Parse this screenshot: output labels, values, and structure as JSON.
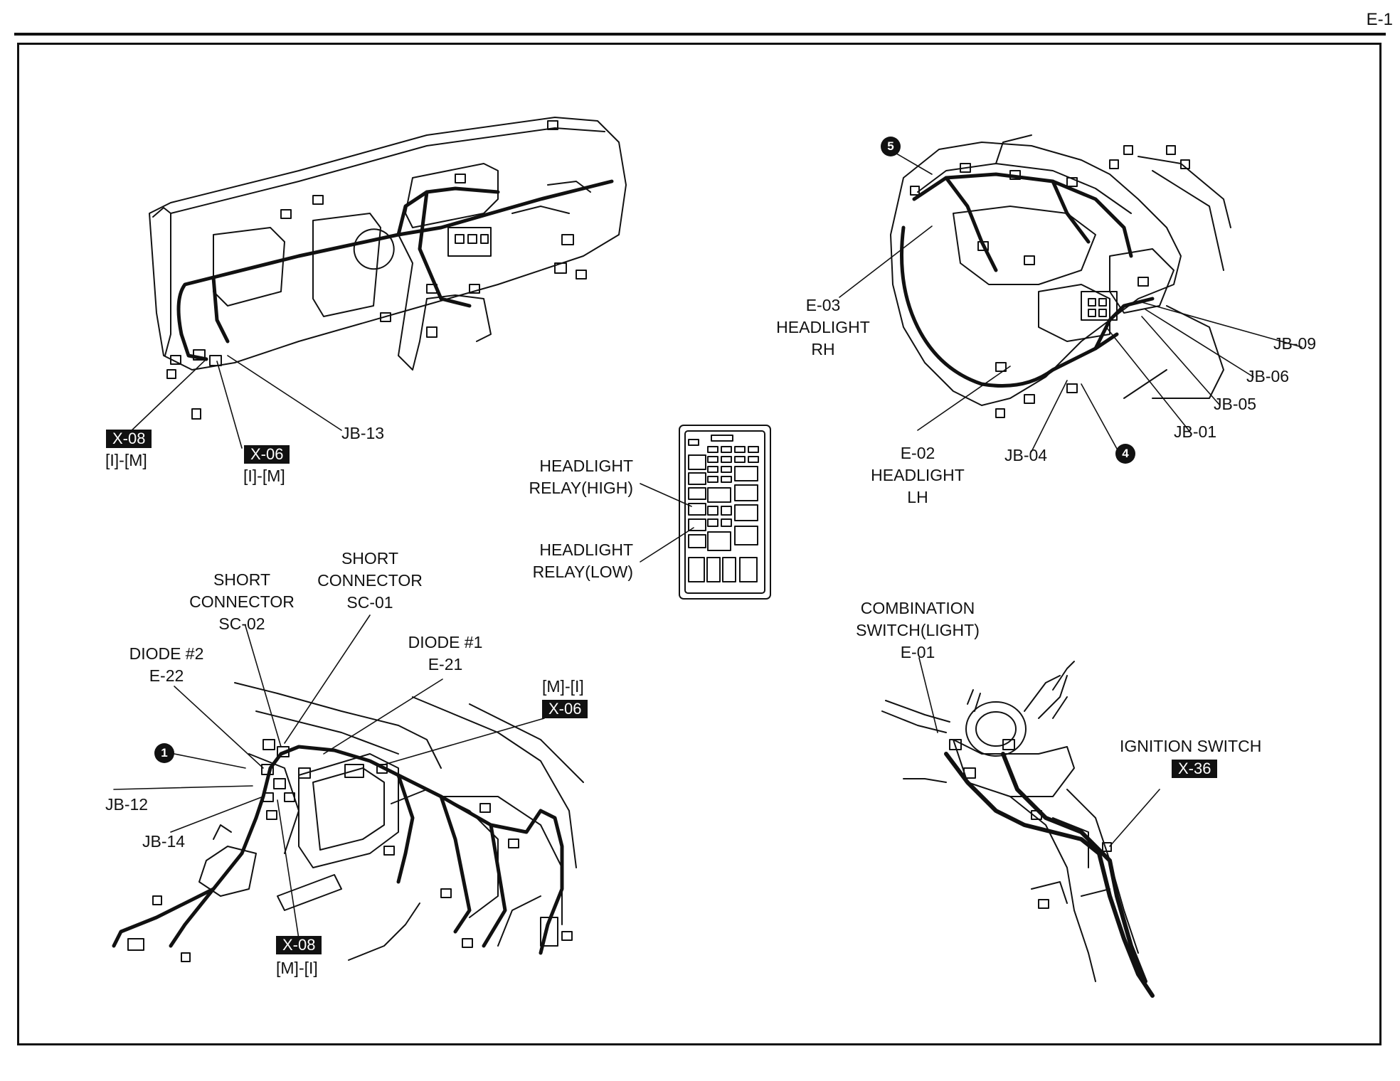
{
  "page_id": "E-1",
  "figures": {
    "dashboard_left": {
      "labels": {
        "jb13": "JB-13"
      },
      "connectors": [
        {
          "tag": "X-08",
          "pins": "[I]-[M]"
        },
        {
          "tag": "X-06",
          "pins": "[I]-[M]"
        }
      ]
    },
    "engine_bay": {
      "headlight_rh": {
        "code": "E-03",
        "line1": "HEADLIGHT",
        "line2": "RH"
      },
      "headlight_lh": {
        "code": "E-02",
        "line1": "HEADLIGHT",
        "line2": "LH"
      },
      "jb_labels": {
        "jb09": "JB-09",
        "jb06": "JB-06",
        "jb05": "JB-05",
        "jb01": "JB-01",
        "jb04": "JB-04"
      },
      "markers": {
        "five": "5",
        "four": "4"
      }
    },
    "relay_box": {
      "relay_high": {
        "line1": "HEADLIGHT",
        "line2": "RELAY(HIGH)"
      },
      "relay_low": {
        "line1": "HEADLIGHT",
        "line2": "RELAY(LOW)"
      }
    },
    "lower_dashboard": {
      "short_sc02": {
        "line1": "SHORT",
        "line2": "CONNECTOR",
        "line3": "SC-02"
      },
      "short_sc01": {
        "line1": "SHORT",
        "line2": "CONNECTOR",
        "line3": "SC-01"
      },
      "diode2": {
        "line1": "DIODE #2",
        "line2": "E-22"
      },
      "diode1": {
        "line1": "DIODE #1",
        "line2": "E-21"
      },
      "jb12": "JB-12",
      "jb14": "JB-14",
      "marker_one": "1",
      "x06": {
        "pins": "[M]-[I]",
        "tag": "X-06"
      },
      "x08": {
        "tag": "X-08",
        "pins": "[M]-[I]"
      }
    },
    "steering_column": {
      "combination": {
        "line1": "COMBINATION",
        "line2": "SWITCH(LIGHT)",
        "line3": "E-01"
      },
      "ignition": {
        "line1": "IGNITION SWITCH",
        "tag": "X-36"
      }
    }
  }
}
